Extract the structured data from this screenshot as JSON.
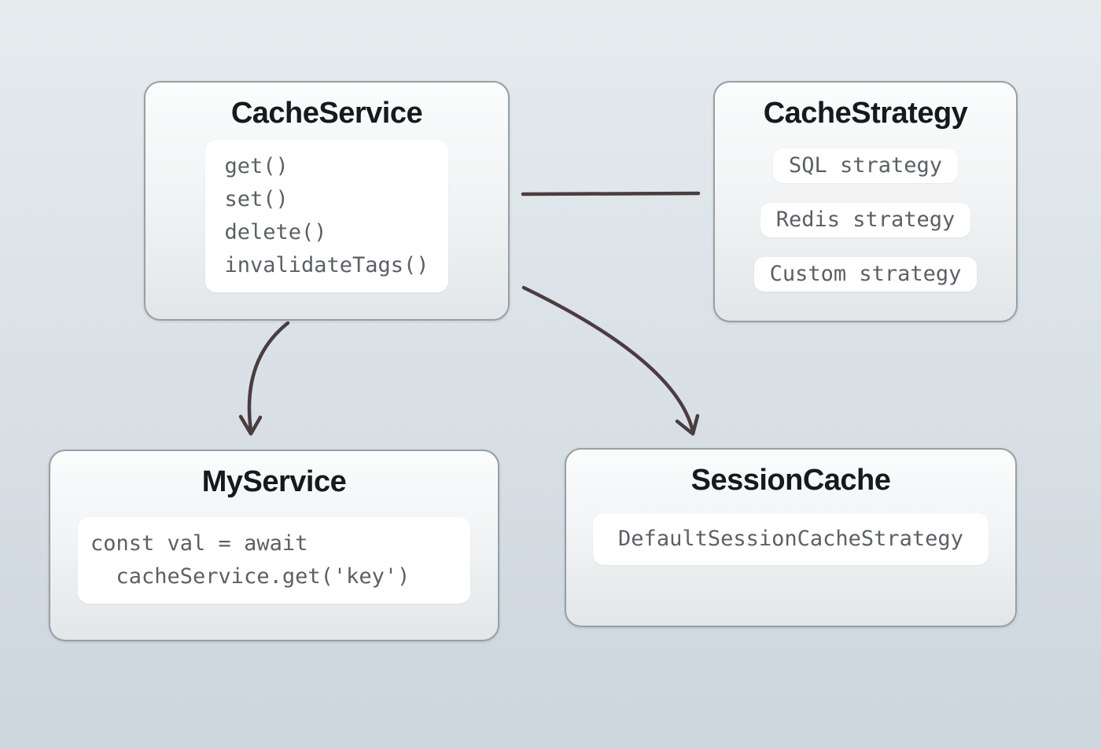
{
  "diagram": {
    "nodes": {
      "cache_service": {
        "title": "CacheService",
        "methods": [
          "get()",
          "set()",
          "delete()",
          "invalidateTags()"
        ]
      },
      "cache_strategy": {
        "title": "CacheStrategy",
        "strategies": [
          "SQL strategy",
          "Redis strategy",
          "Custom strategy"
        ]
      },
      "my_service": {
        "title": "MyService",
        "code_lines": [
          "const val = await",
          "  cacheService.get('key')"
        ]
      },
      "session_cache": {
        "title": "SessionCache",
        "strategy_label": "DefaultSessionCacheStrategy"
      }
    },
    "edges": [
      {
        "from": "CacheService",
        "to": "CacheStrategy",
        "type": "plain-line"
      },
      {
        "from": "CacheService",
        "to": "MyService",
        "type": "curved-arrow"
      },
      {
        "from": "CacheService",
        "to": "SessionCache",
        "type": "curved-arrow"
      }
    ],
    "colors": {
      "background_top": "#e6ebee",
      "background_bottom": "#ccd6dd",
      "node_border": "#97a0a6",
      "node_fill_top": "#fbfcfc",
      "node_fill_bottom": "#e3e6e8",
      "inner_box_fill": "#ffffff",
      "title_text": "#17191e",
      "code_text": "#5b6065",
      "edge_stroke": "#4a3d40"
    }
  }
}
